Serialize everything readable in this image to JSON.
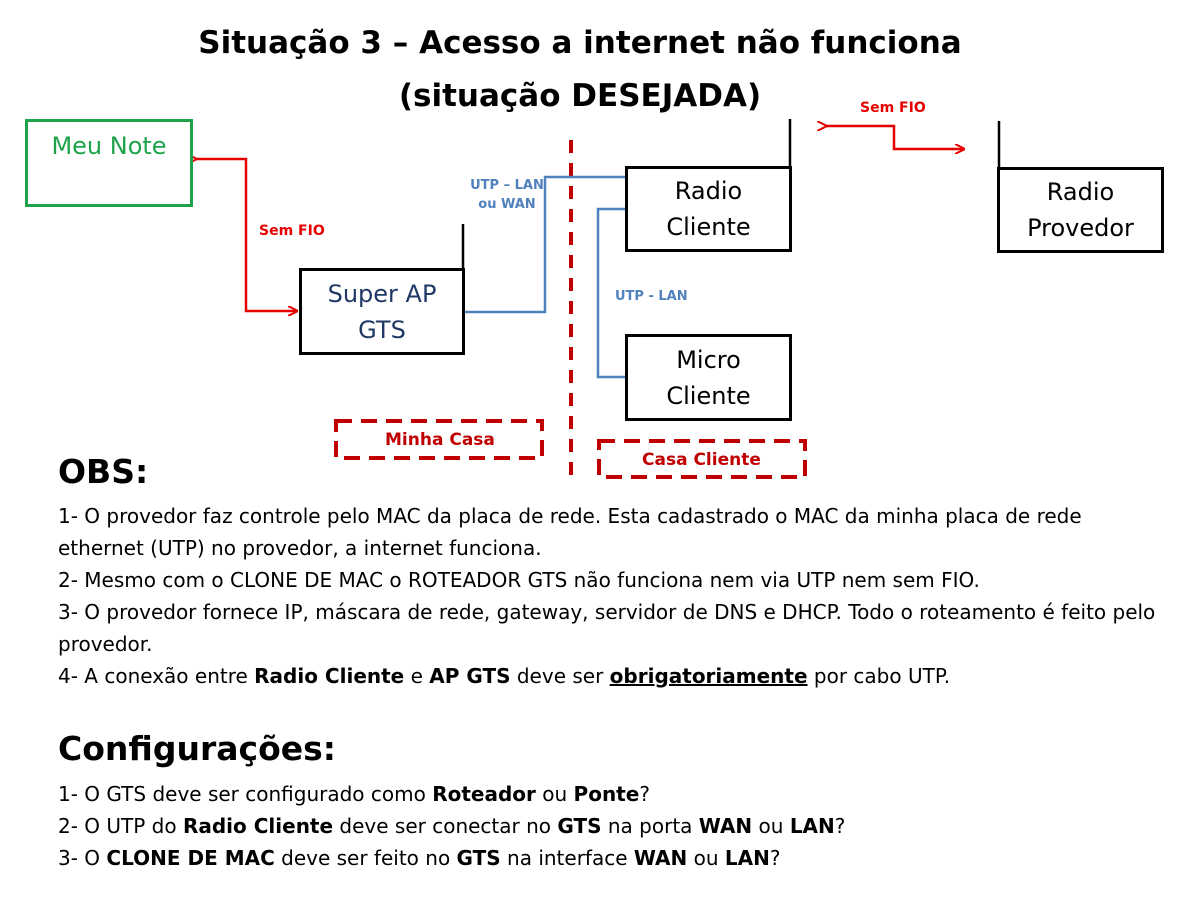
{
  "title": {
    "line1": "Situação 3 – Acesso a internet não funciona",
    "line2": "(situação DESEJADA)"
  },
  "diagram": {
    "nodes": {
      "meu_note": "Meu Note",
      "super_ap": [
        "Super AP",
        "GTS"
      ],
      "radio_cliente": [
        "Radio",
        "Cliente"
      ],
      "radio_provedor": [
        "Radio",
        "Provedor"
      ],
      "micro_cliente": [
        "Micro",
        "Cliente"
      ]
    },
    "labels": {
      "sem_fio_left": "Sem FIO",
      "sem_fio_top": "Sem FIO",
      "utp_lan_wan": [
        "UTP – LAN",
        "ou WAN"
      ],
      "utp_lan": "UTP - LAN",
      "minha_casa": "Minha Casa",
      "casa_cliente": "Casa Cliente"
    },
    "colors": {
      "wireless": "#e60000",
      "utp": "#4f81bd",
      "zone": "#c00000",
      "note": "#1ea34a",
      "ap_text": "#1f3864"
    }
  },
  "obs": {
    "heading": "OBS:",
    "item1": "1- O provedor faz controle pelo MAC da placa de rede. Esta cadastrado o MAC da minha placa de rede ethernet (UTP) no provedor, a internet funciona.",
    "item2": "2- Mesmo com o CLONE DE MAC o ROTEADOR GTS não funciona nem via UTP nem sem FIO.",
    "item3": "3- O provedor fornece IP, máscara de rede, gateway, servidor de DNS e DHCP. Todo o roteamento é feito pelo provedor.",
    "item4": {
      "p1": "4- A conexão entre ",
      "b1": "Radio Cliente",
      "p2": " e ",
      "b2": "AP GTS",
      "p3": " deve ser ",
      "u1": "obrigatoriamente",
      "p4": " por cabo UTP."
    }
  },
  "config": {
    "heading": "Configurações:",
    "item1": {
      "p1": "1- O GTS deve ser configurado como ",
      "b1": "Roteador",
      "p2": " ou ",
      "b2": "Ponte",
      "p3": "?"
    },
    "item2": {
      "p1": "2- O UTP do ",
      "b1": "Radio Cliente",
      "p2": " deve ser conectar no ",
      "b2": "GTS",
      "p3": " na porta ",
      "b3": "WAN",
      "p4": " ou ",
      "b4": "LAN",
      "p5": "?"
    },
    "item3": {
      "p1": "3- O ",
      "b1": "CLONE DE MAC",
      "p2": " deve ser feito no ",
      "b2": "GTS",
      "p3": " na interface ",
      "b3": "WAN",
      "p4": " ou ",
      "b4": "LAN",
      "p5": "?"
    }
  }
}
